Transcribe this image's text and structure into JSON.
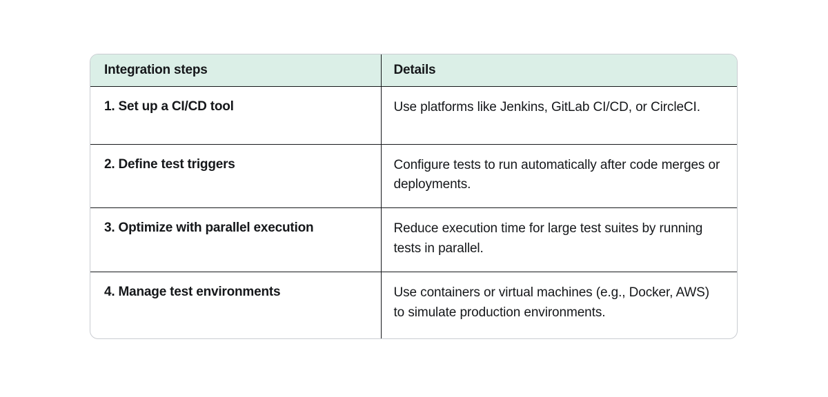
{
  "table": {
    "columns": [
      {
        "key": "steps",
        "label": "Integration steps"
      },
      {
        "key": "details",
        "label": "Details"
      }
    ],
    "header_background": "#dbefe7",
    "border_color": "#c9ccd1",
    "divider_color": "#15171a",
    "text_color": "#15171a",
    "rows": [
      {
        "step": "1. Set up a CI/CD tool",
        "detail": "Use platforms like Jenkins, GitLab CI/CD, or CircleCI."
      },
      {
        "step": "2. Define test triggers",
        "detail": "Configure tests to run automatically after code merges or deployments."
      },
      {
        "step": "3. Optimize with parallel execution",
        "detail": "Reduce execution time for large test suites by running tests in parallel."
      },
      {
        "step": "4. Manage test environments",
        "detail": "Use containers or virtual machines (e.g., Docker, AWS) to simulate production environments."
      }
    ]
  }
}
